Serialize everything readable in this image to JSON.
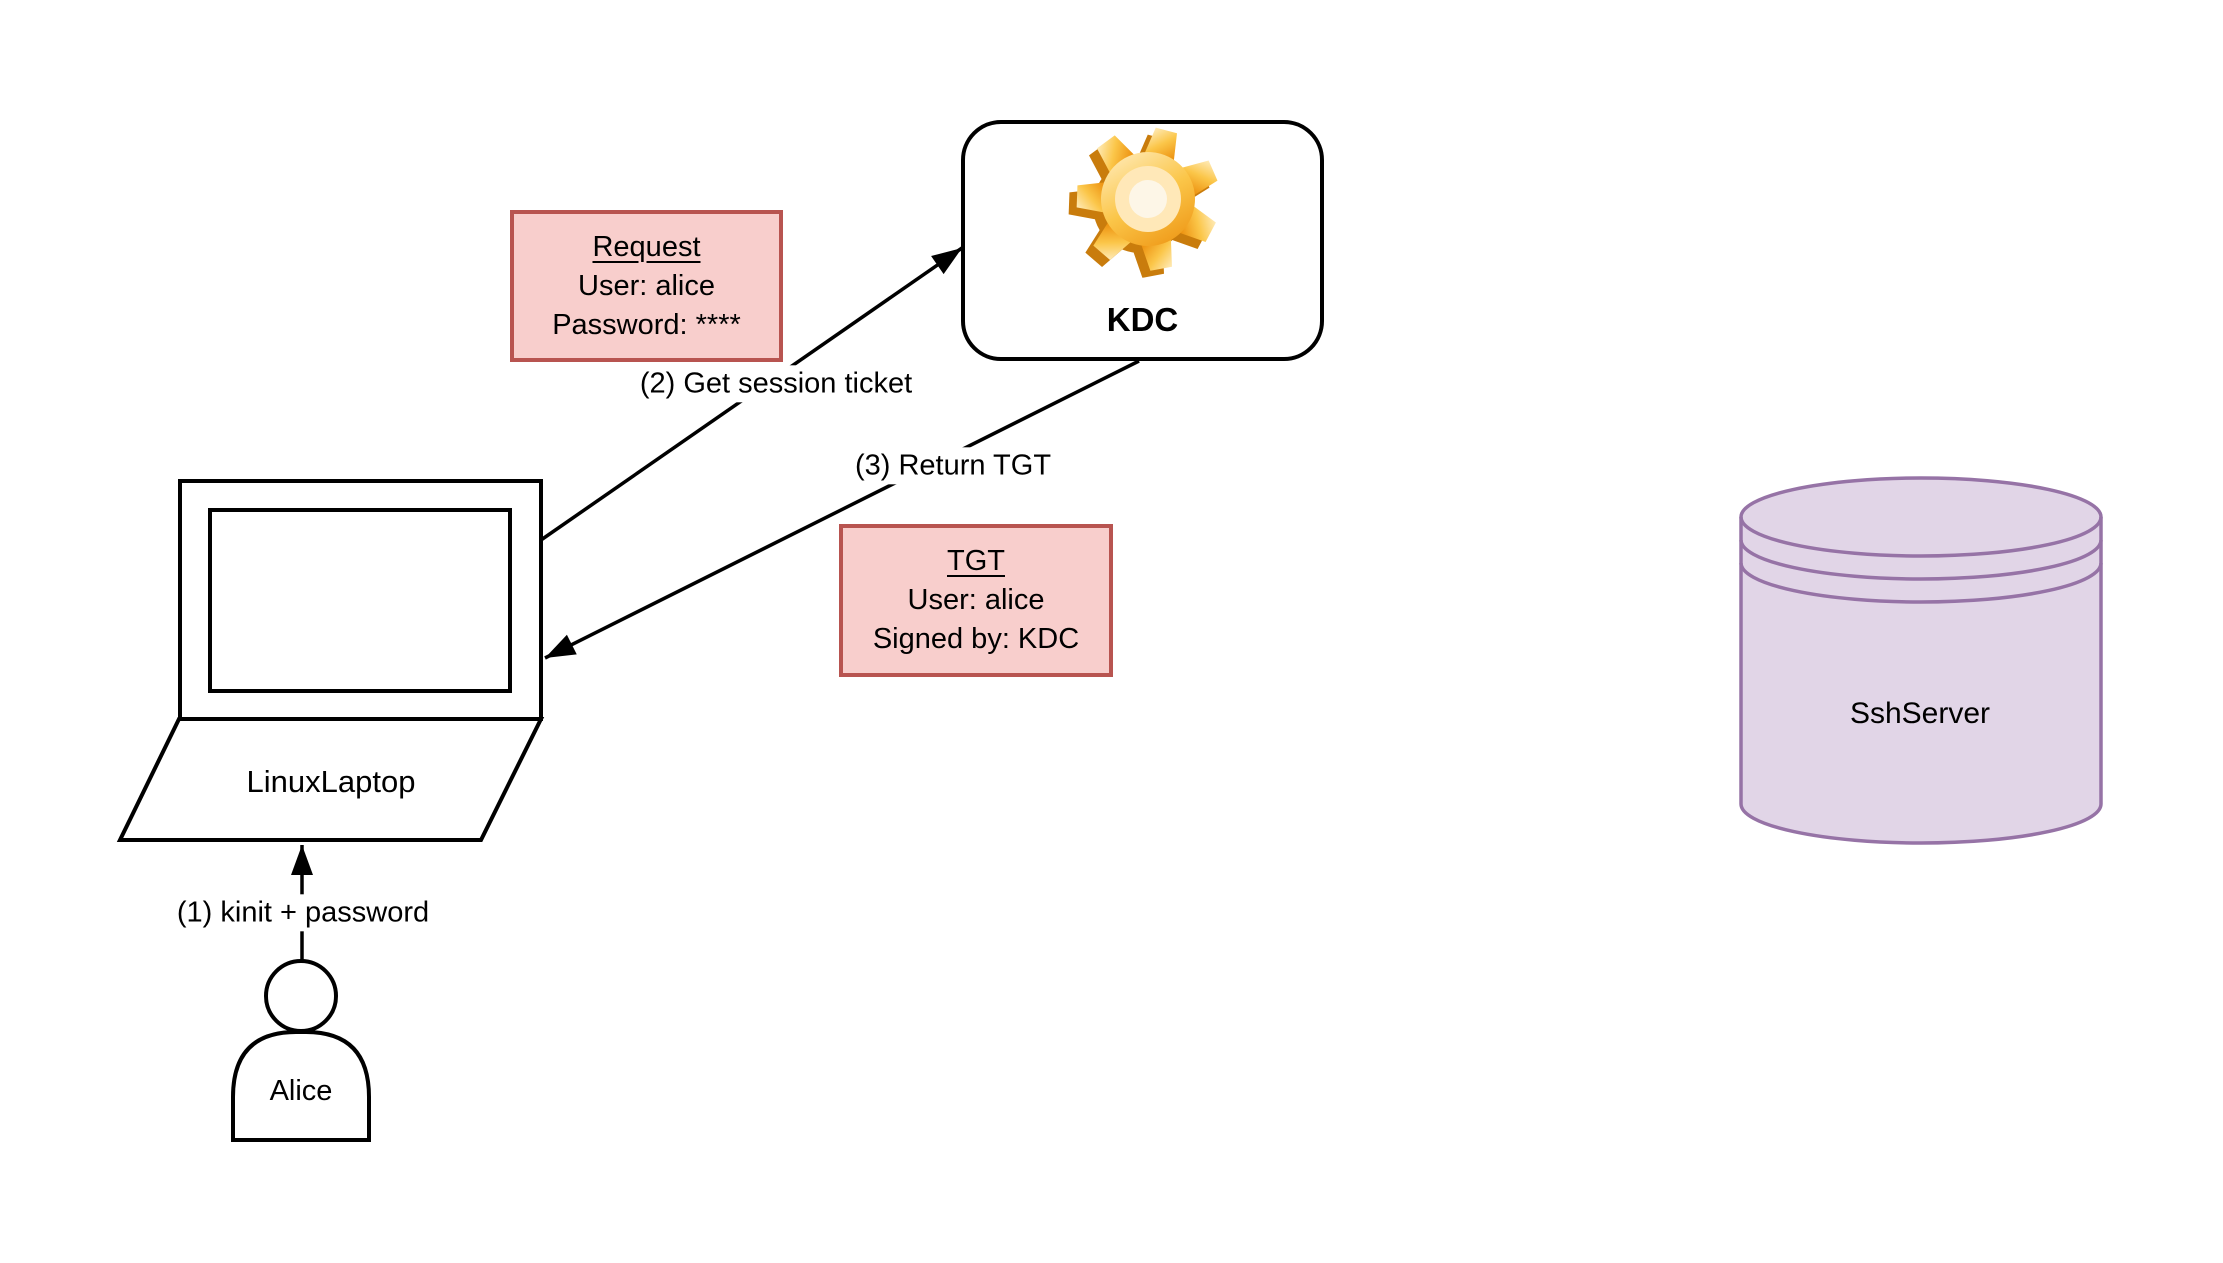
{
  "diagram": {
    "background": "#ffffff",
    "nodes": {
      "kdc": {
        "label": "KDC",
        "icon": "gear-icon",
        "fill": "#ffffff",
        "stroke": "#000000"
      },
      "laptop": {
        "label": "LinuxLaptop",
        "fill": "#ffffff",
        "stroke": "#000000"
      },
      "alice": {
        "label": "Alice",
        "fill": "#ffffff",
        "stroke": "#000000"
      },
      "ssh_server": {
        "label": "SshServer",
        "fill": "#e1d5e7",
        "stroke": "#9673a6"
      }
    },
    "tickets": {
      "request": {
        "title": "Request",
        "lines": [
          "User: alice",
          "Password: ****"
        ],
        "fill": "#f8cecc",
        "stroke": "#b85450"
      },
      "tgt": {
        "title": "TGT",
        "lines": [
          "User: alice",
          "Signed by: KDC"
        ],
        "fill": "#f8cecc",
        "stroke": "#b85450"
      }
    },
    "edges": {
      "step1": {
        "label": "(1) kinit + password"
      },
      "step2": {
        "label": "(2) Get session ticket"
      },
      "step3": {
        "label": "(3) Return TGT"
      }
    },
    "colors": {
      "line": "#000000",
      "gear_gold_light": "#fff0c8",
      "gear_gold": "#fbc649",
      "gear_gold_dark": "#ec8f0d"
    }
  }
}
